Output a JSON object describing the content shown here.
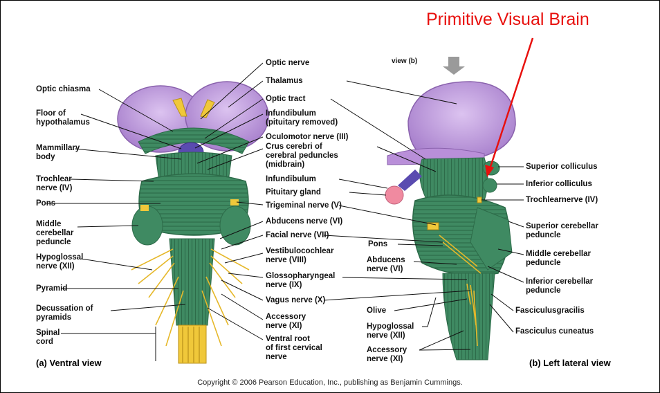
{
  "title": "Primitive Visual Brain",
  "copyright": "Copyright © 2006 Pearson Education, Inc., publishing as Benjamin Cummings.",
  "captions": {
    "ventral": "(a)  Ventral view",
    "lateral": "(b)  Left lateral view",
    "view_b": "view (b)"
  },
  "labels_left": [
    "Optic chiasma",
    "Floor of\nhypothalamus",
    "Mammillary\nbody",
    "Trochlear\nnerve (IV)",
    "Pons",
    "Middle\ncerebellar\npeduncle",
    "Hypoglossal\nnerve (XII)",
    "Pyramid",
    "Decussation of\npyramids",
    "Spinal\ncord"
  ],
  "labels_center": [
    "Optic nerve",
    "Thalamus",
    "Optic tract",
    "Infundibulum\n(pituitary removed)",
    "Oculomotor nerve (III)",
    "Crus cerebri of\ncerebral peduncles\n(midbrain)",
    "Infundibulum",
    "Pituitary gland",
    "Trigeminal nerve (V)",
    "Abducens nerve (VI)",
    "Facial nerve (VII)",
    "Vestibulocochlear\nnerve (VIII)",
    "Glossopharyngeal\nnerve (IX)",
    "Vagus nerve (X)",
    "Accessory\nnerve (XI)",
    "Ventral root\nof first cervical\nnerve"
  ],
  "labels_lateral_inner": [
    "Pons",
    "Abducens\nnerve (VI)",
    "Olive",
    "Hypoglossal\nnerve (XII)",
    "Accessory\nnerve (XI)"
  ],
  "labels_right": [
    "Superior colliculus",
    "Inferior colliculus",
    "Trochlearnerve (IV)",
    "Superior cerebellar\npeduncle",
    "Middle cerebellar\npeduncle",
    "Inferior cerebellar\npeduncle",
    "Fasciculusgracilis",
    "Fasciculus cuneatus"
  ],
  "colors": {
    "thalamus": "#b98fd9",
    "brainstem": "#3f8a62",
    "nerve": "#f0c83a",
    "arrow": "#e8100d",
    "pituitary": "#f08aa0"
  }
}
